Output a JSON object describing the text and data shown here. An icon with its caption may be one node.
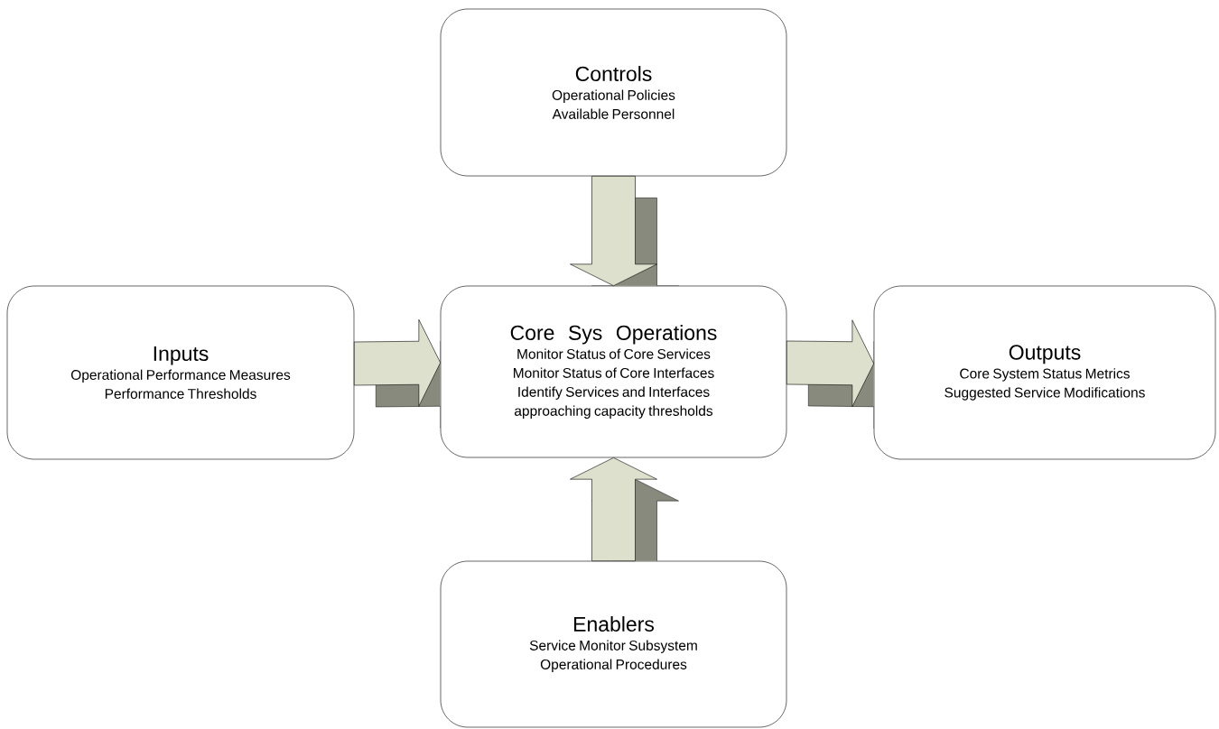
{
  "diagram": {
    "nodes": [
      {
        "text": [
          "Controls",
          "Operational Policies",
          "Available Personnel"
        ]
      },
      {
        "text": [
          "Inputs",
          "Operational Performance Measures",
          "Performance Thresholds"
        ]
      },
      {
        "text": [
          "Core Sys Operations",
          "Monitor Status of Core Services",
          "Monitor Status of Core Interfaces",
          "Identify Services and Interfaces approaching capacity thresholds"
        ]
      },
      {
        "text": [
          "Outputs",
          "Core System Status Metrics",
          "Suggested Service Modifications"
        ]
      },
      {
        "text": [
          "Enablers",
          "Service Monitor Subsystem",
          "Operational Procedures"
        ]
      }
    ],
    "edges": [
      {
        "from": 0,
        "to": 2,
        "arrow": "to"
      },
      {
        "from": 1,
        "to": 2,
        "arrow": "to"
      },
      {
        "from": 2,
        "to": 3,
        "arrow": "to"
      },
      {
        "from": 4,
        "to": 2,
        "arrow": "to"
      }
    ]
  }
}
